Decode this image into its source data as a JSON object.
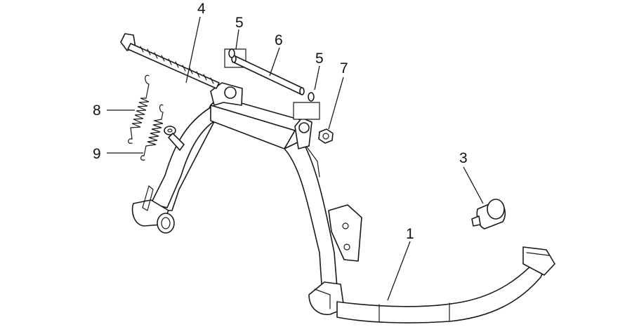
{
  "callouts": {
    "n1": "1",
    "n3": "3",
    "n4": "4",
    "n5a": "5",
    "n5b": "5",
    "n6": "6",
    "n7": "7",
    "n8": "8",
    "n9": "9"
  },
  "colors": {
    "line": "#1a1a1a",
    "background": "#ffffff"
  }
}
